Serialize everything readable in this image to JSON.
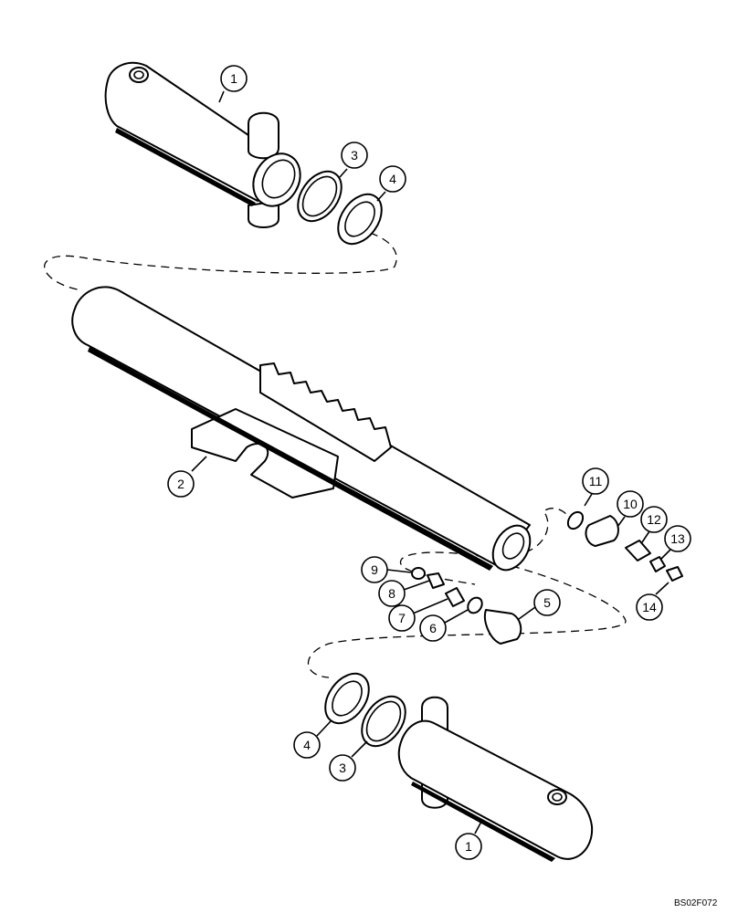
{
  "figure_code": "BS02F072",
  "callouts": {
    "c1_top": "1",
    "c3_top": "3",
    "c4_top": "4",
    "c2": "2",
    "c11": "11",
    "c10": "10",
    "c12": "12",
    "c13": "13",
    "c14": "14",
    "c9": "9",
    "c8": "8",
    "c7": "7",
    "c6": "6",
    "c5": "5",
    "c4_bottom": "4",
    "c3_bottom": "3",
    "c1_bottom": "1"
  }
}
